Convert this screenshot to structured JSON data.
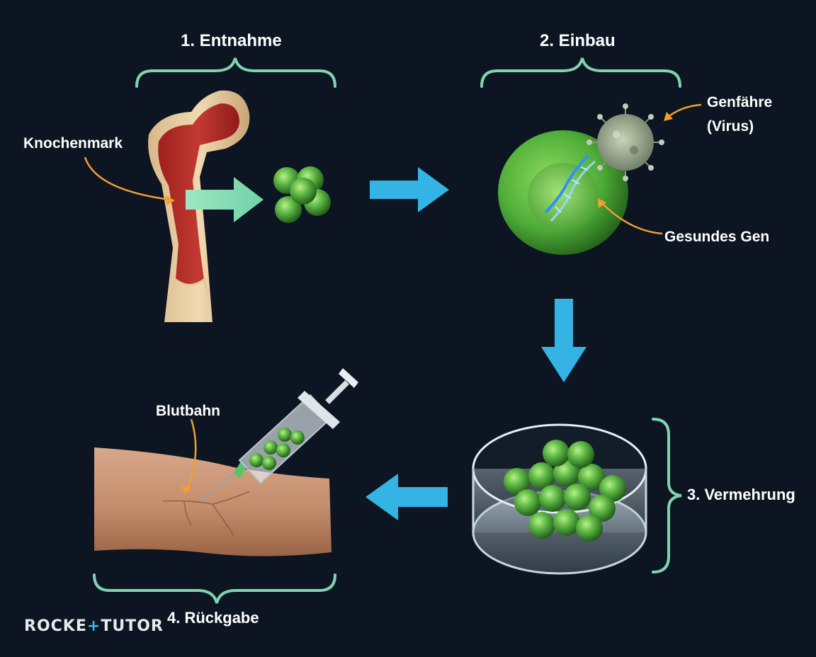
{
  "steps": {
    "s1": "1. Entnahme",
    "s2": "2. Einbau",
    "s3": "3. Vermehrung",
    "s4": "4. Rückgabe"
  },
  "callouts": {
    "marrow": "Knochenmark",
    "vector_line1": "Genfähre",
    "vector_line2": "(Virus)",
    "gene": "Gesundes Gen",
    "blood": "Blutbahn"
  },
  "logo": {
    "part1": "ROCKE",
    "plus": "+",
    "part2": "TUTOR"
  },
  "colors": {
    "background": "#0c1521",
    "bracket": "#7fd4b0",
    "callout_arrow": "#f0a030",
    "flow_arrow": "#34b4e4",
    "cell_green": "#5fb845"
  }
}
